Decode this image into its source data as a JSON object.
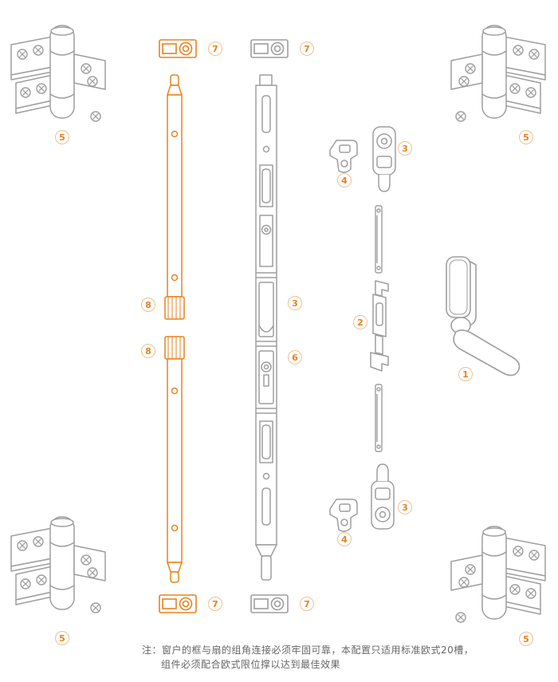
{
  "colors": {
    "accent_orange": "#E8821E",
    "line_gray": "#9E9E9E",
    "callout_border": "#F0C092"
  },
  "callouts": [
    {
      "id": "cap-top-orange",
      "number": "7"
    },
    {
      "id": "cap-top-gray",
      "number": "7"
    },
    {
      "id": "hinge-top-left",
      "number": "5"
    },
    {
      "id": "hinge-top-right",
      "number": "5"
    },
    {
      "id": "lock-top",
      "number": "3"
    },
    {
      "id": "corner-guide-top",
      "number": "4"
    },
    {
      "id": "rod-connector-upper",
      "number": "8"
    },
    {
      "id": "drive-rod-upper",
      "number": "3"
    },
    {
      "id": "rod-connector-lower",
      "number": "8"
    },
    {
      "id": "drive-rod-lower",
      "number": "6"
    },
    {
      "id": "corner-link",
      "number": "2"
    },
    {
      "id": "handle",
      "number": "1"
    },
    {
      "id": "lock-bottom",
      "number": "3"
    },
    {
      "id": "corner-guide-bottom",
      "number": "4"
    },
    {
      "id": "hinge-bottom-left",
      "number": "5"
    },
    {
      "id": "hinge-bottom-right",
      "number": "5"
    },
    {
      "id": "cap-bottom-orange",
      "number": "7"
    },
    {
      "id": "cap-bottom-gray",
      "number": "7"
    }
  ],
  "footer": {
    "note_line1": "注：窗户的框与扇的组角连接必须牢固可靠，本配置只适用标准欧式20槽，",
    "note_line2": "组件必须配合欧式限位撑以达到最佳效果"
  }
}
